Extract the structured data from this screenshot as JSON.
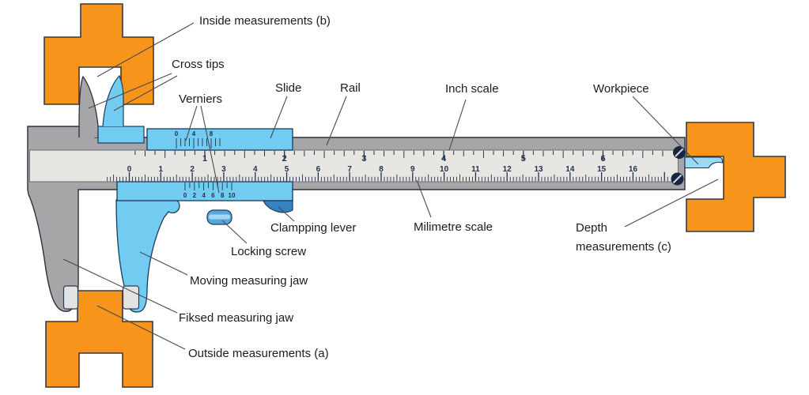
{
  "title": "Vernier caliper parts diagram",
  "labels": {
    "inside_measurements": "Inside measurements (b)",
    "cross_tips": "Cross tips",
    "verniers": "Verniers",
    "slide": "Slide",
    "rail": "Rail",
    "inch_scale": "Inch scale",
    "workpiece": "Workpiece",
    "milimetre_scale": "Milimetre scale",
    "clampping_lever": "Clampping lever",
    "locking_screw": "Locking screw",
    "moving_measuring_jaw": "Moving measuring jaw",
    "fiksed_measuring_jaw": "Fiksed measuring jaw",
    "outside_measurements": "Outside measurements (a)",
    "depth_measurements_line1": "Depth",
    "depth_measurements_line2": "measurements (c)"
  },
  "scales": {
    "inch": {
      "numbers": [
        "1",
        "2",
        "3",
        "4",
        "5",
        "6"
      ]
    },
    "millimetre": {
      "numbers": [
        "0",
        "1",
        "2",
        "3",
        "4",
        "5",
        "6",
        "7",
        "8",
        "9",
        "10",
        "11",
        "12",
        "13",
        "14",
        "15",
        "16"
      ]
    },
    "vernier_top": {
      "numbers": [
        "0",
        "4",
        "8"
      ]
    },
    "vernier_bottom": {
      "numbers": [
        "0",
        "2",
        "4",
        "6",
        "8",
        "10"
      ]
    }
  },
  "colors": {
    "workpiece_orange": "#f6941c",
    "body_gray": "#a6a6a8",
    "ruler_face": "#e8e6e3",
    "slide_blue": "#72cbf0",
    "depth_rod_blue": "#9bd9f4",
    "clamp_wedge_blue": "#3781be",
    "locking_knob_blue": "#55a8dc",
    "tick_navy": "#22324f",
    "outline_navy": "#1b3a5e"
  }
}
